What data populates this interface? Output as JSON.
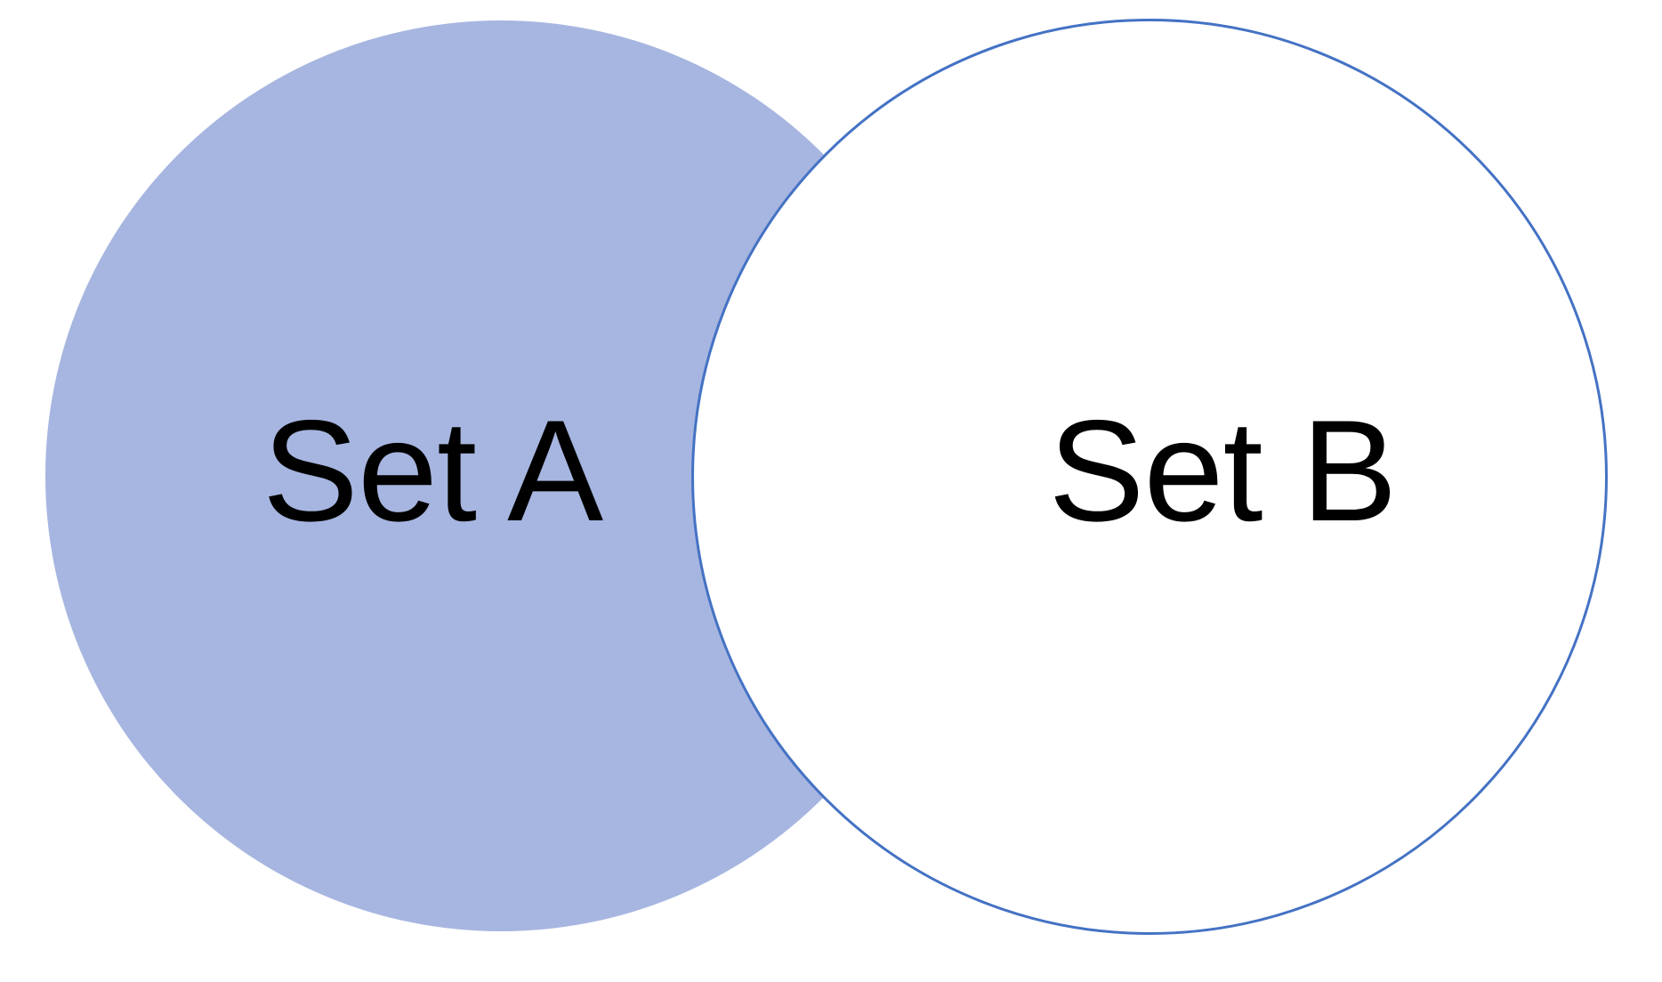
{
  "diagram": {
    "type": "venn",
    "labels": {
      "set_a": "Set A",
      "set_b": "Set B"
    },
    "colors": {
      "background": "#FFFFFF",
      "set_a_fill": "#A7B6E0",
      "set_b_fill": "#FFFFFF",
      "set_b_stroke": "#4472C4",
      "label_text": "#000000"
    }
  }
}
